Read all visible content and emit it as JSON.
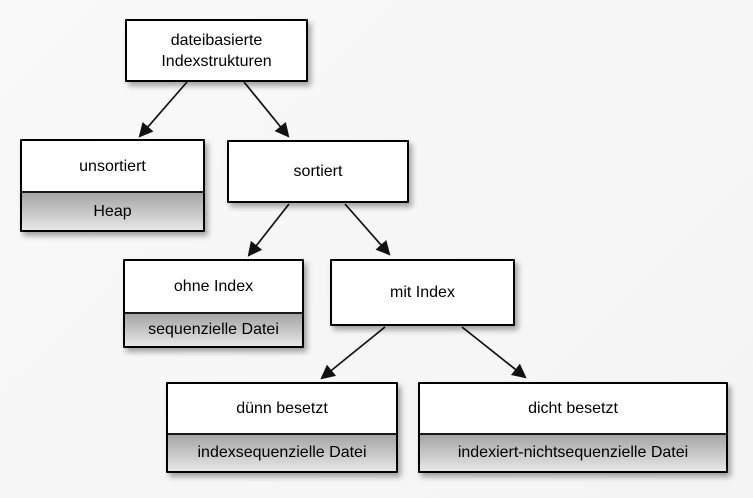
{
  "diagram": {
    "type": "tree",
    "title": "dateibasierte Indexstrukturen",
    "nodes": {
      "root": {
        "label": "dateibasierte Indexstrukturen"
      },
      "unsortiert": {
        "label": "unsortiert",
        "sublabel": "Heap"
      },
      "sortiert": {
        "label": "sortiert"
      },
      "ohne_index": {
        "label": "ohne Index",
        "sublabel": "sequenzielle Datei"
      },
      "mit_index": {
        "label": "mit Index"
      },
      "duenn_besetzt": {
        "label": "dünn besetzt",
        "sublabel": "indexsequenzielle Datei"
      },
      "dicht_besetzt": {
        "label": "dicht besetzt",
        "sublabel": "indexiert-nichtsequenzielle Datei"
      }
    },
    "edges": [
      {
        "from": "root",
        "to": "unsortiert"
      },
      {
        "from": "root",
        "to": "sortiert"
      },
      {
        "from": "sortiert",
        "to": "ohne_index"
      },
      {
        "from": "sortiert",
        "to": "mit_index"
      },
      {
        "from": "mit_index",
        "to": "duenn_besetzt"
      },
      {
        "from": "mit_index",
        "to": "dicht_besetzt"
      }
    ],
    "colors": {
      "background": "#f6f6f6",
      "box_fill": "#ffffff",
      "box_border": "#000000",
      "sub_gradient_top": "#a5a5a5",
      "sub_gradient_bottom": "#e7e7e7",
      "arrow": "#111111"
    }
  }
}
